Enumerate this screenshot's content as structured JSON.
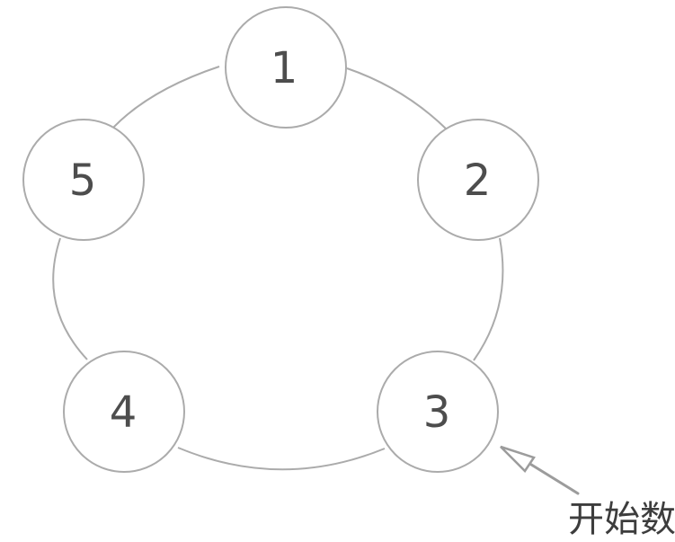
{
  "diagram": {
    "description": "Ring of five numbered circles with an arrow marking the starting node",
    "background_color": "#ffffff",
    "ring_stroke_color": "#ababab",
    "number_color": "#4d4d4d",
    "arrow_color": "#9c9c9c",
    "annotation_color": "#3d3d3d",
    "nodes": [
      {
        "id": 1,
        "label": "1"
      },
      {
        "id": 2,
        "label": "2"
      },
      {
        "id": 3,
        "label": "3"
      },
      {
        "id": 4,
        "label": "4"
      },
      {
        "id": 5,
        "label": "5"
      }
    ],
    "annotation": {
      "label": "开始数",
      "points_to_node": "3"
    }
  }
}
